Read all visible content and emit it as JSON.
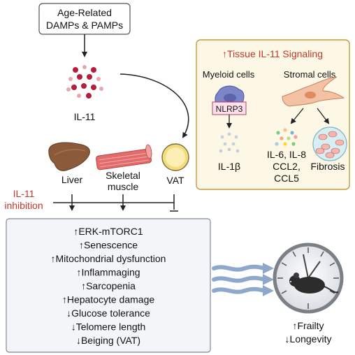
{
  "top_box": {
    "line1": "Age-Related",
    "line2": "DAMPs & PAMPs"
  },
  "il11": {
    "label": "IL-11"
  },
  "tissues": {
    "liver": "Liver",
    "skeletal_muscle_line1": "Skeletal",
    "skeletal_muscle_line2": "muscle",
    "vat": "VAT"
  },
  "inhibition": {
    "line1": "IL-11",
    "line2": "inhibition"
  },
  "effects": [
    "↑ERK-mTORC1",
    "↑Senescence",
    "↑Mitochondrial dysfunction",
    "↑Inflammaging",
    "↑Sarcopenia",
    "↑Hepatocyte damage",
    "↓Glucose tolerance",
    "↓Telomere length",
    "↓Beiging (VAT)"
  ],
  "signaling": {
    "title": "↑Tissue IL-11 Signaling",
    "myeloid_label": "Myeloid cells",
    "stromal_label": "Stromal cells",
    "nlrp3_label": "NLRP3",
    "il1b_label": "IL-1β",
    "cytokines_line1": "IL-6, IL-8",
    "cytokines_line2": "CCL2,",
    "cytokines_line3": "CCL5",
    "fibrosis_label": "Fibrosis"
  },
  "outcomes": {
    "frailty": "↑Frailty",
    "longevity": "↓Longevity"
  },
  "colors": {
    "red_text": "#c0392b",
    "box_fill": "#f4f5f9",
    "panel_fill": "#fdf7e6",
    "panel_border": "#c89a3c",
    "dot_red": "#b71c3a",
    "dot_light": "#e6a9a9",
    "wave": "#8ea8cc"
  }
}
